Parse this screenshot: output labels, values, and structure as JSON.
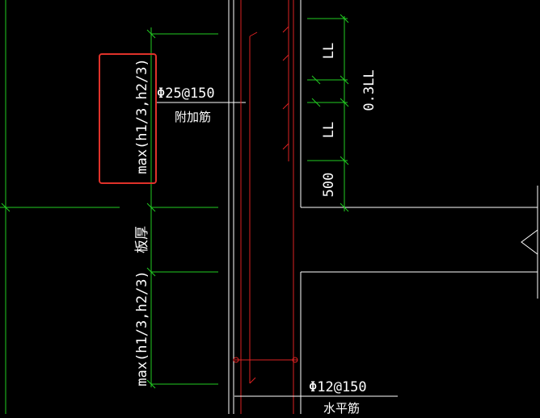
{
  "colors": {
    "background": "#000000",
    "dimension_line": "#22cc22",
    "rebar": "#dd2222",
    "outline": "#ffffff",
    "text": "#ffffff",
    "highlight_box": "#e0322a"
  },
  "labels": {
    "dim_upper": "max(h1/3,h2/3)",
    "dim_middle": "板厚",
    "dim_lower": "max(h1/3,h2/3)",
    "rebar_extra_spec": "Φ25@150",
    "rebar_extra_name": "附加筋",
    "dim_ll_top": "LL",
    "dim_ll_mid": "LL",
    "dim_500": "500",
    "dim_03ll": "0.3LL",
    "rebar_horizontal_spec": "Φ12@150",
    "rebar_horizontal_name": "水平筋"
  }
}
